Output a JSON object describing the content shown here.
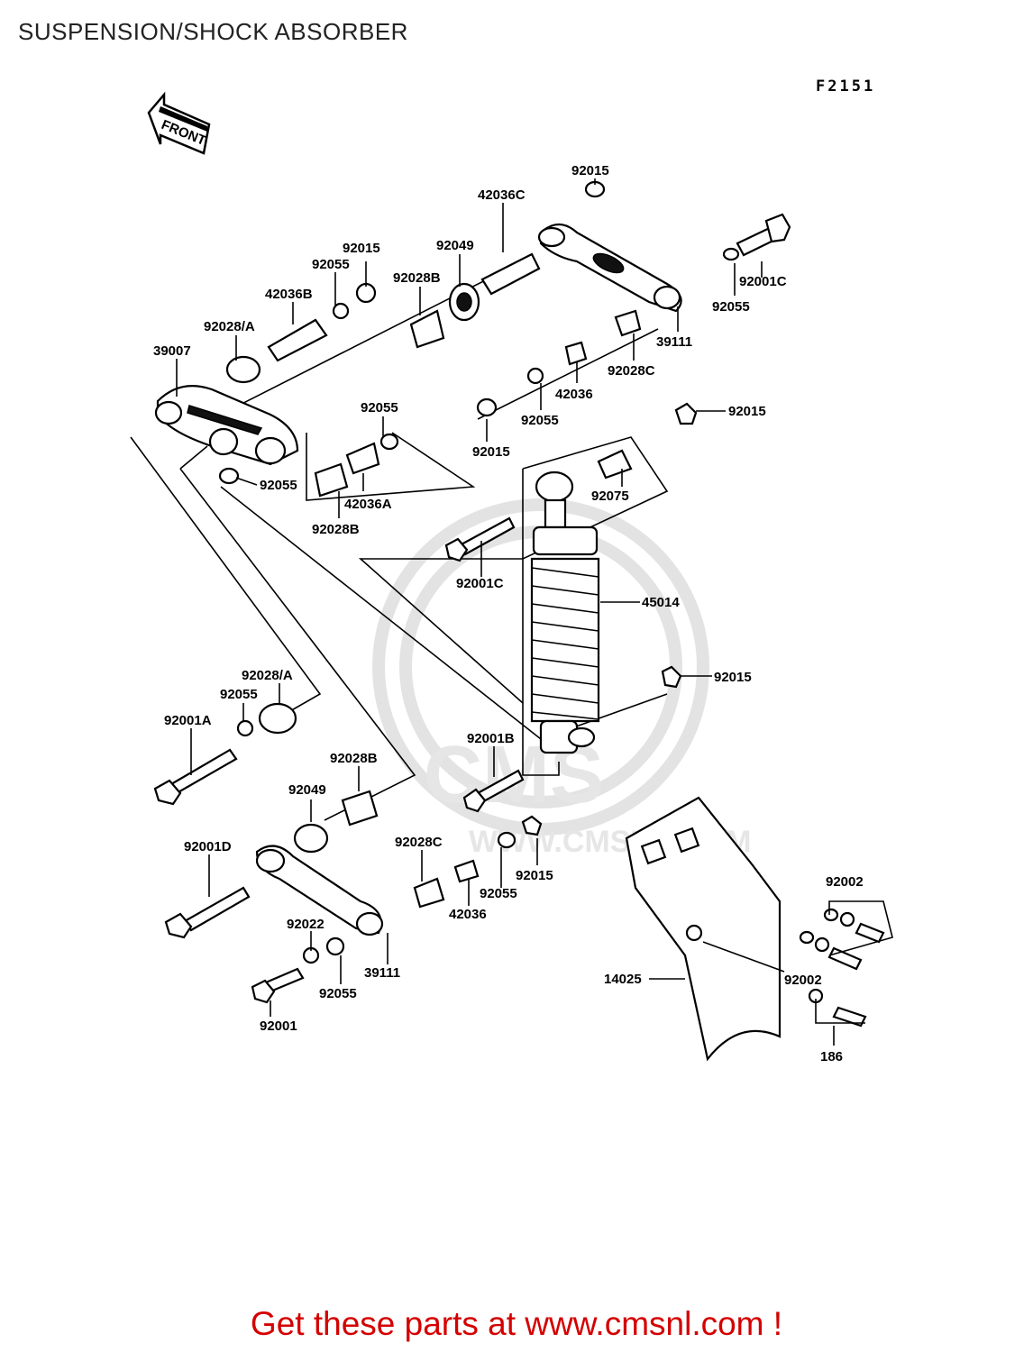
{
  "header": {
    "title": "SUSPENSION/SHOCK ABSORBER",
    "diagram_code": "F2151",
    "front_label": "FRONT"
  },
  "watermark": {
    "text": "CMS",
    "url": "WWW.CMSNL.COM"
  },
  "callouts": [
    "92015",
    "42036C",
    "92049",
    "92001C",
    "92055",
    "39111",
    "92015",
    "92055",
    "42036B",
    "92028B",
    "92028/A",
    "39007",
    "92028C",
    "42036",
    "92015",
    "92055",
    "92015",
    "92055",
    "92075",
    "92055",
    "42036A",
    "92028B",
    "92001C",
    "45014",
    "92015",
    "92028/A",
    "92055",
    "92001A",
    "92001B",
    "92028B",
    "92049",
    "92028C",
    "92015",
    "92001D",
    "92055",
    "42036",
    "92022",
    "39111",
    "92055",
    "92001",
    "92002",
    "14025",
    "92002",
    "186"
  ],
  "footer": {
    "cta": "Get these parts at www.cmsnl.com !"
  },
  "colors": {
    "cta": "#d40000",
    "lines": "#000000",
    "watermark": "#e3e3e3"
  }
}
